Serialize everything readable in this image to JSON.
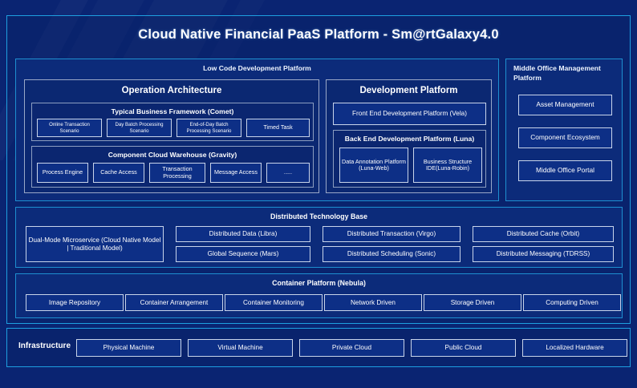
{
  "header": {
    "title": "Cloud Native Financial PaaS Platform - Sm@rtGalaxy4.0"
  },
  "low_code": {
    "heading": "Low Code Development Platform",
    "operation_architecture": {
      "heading": "Operation Architecture",
      "business_framework": {
        "heading": "Typical Business Framework (Comet)",
        "items": [
          "Online Transaction Scenario",
          "Day Batch Processing Scenario",
          "End-of-Day Batch Processing Scenario",
          "Timed Task"
        ]
      },
      "component_warehouse": {
        "heading": "Component Cloud Warehouse (Gravity)",
        "items": [
          "Process Engine",
          "Cache Access",
          "Transaction Processing",
          "Message Access",
          "......"
        ]
      }
    },
    "development_platform": {
      "heading": "Development Platform",
      "front_end": "Front End Development Platform (Vela)",
      "back_end": {
        "heading": "Back End Development Platform (Luna)",
        "items": [
          "Data Annotation Platform (Luna-Web)",
          "Business Structure IDE(Luna-Robin)"
        ]
      }
    }
  },
  "middle_office": {
    "heading": "Middle Office Management Platform",
    "items": [
      "Asset Management",
      "Component Ecosystem",
      "Middle Office Portal"
    ]
  },
  "distributed_base": {
    "heading": "Distributed Technology Base",
    "feature": "Dual-Mode Microservice (Cloud Native Model | Traditional Model)",
    "items": [
      "Distributed Data (Libra)",
      "Distributed Transaction (Virgo)",
      "Distributed Cache (Orbit)",
      "Global Sequence (Mars)",
      "Distributed Scheduling (Sonic)",
      "Distributed Messaging (TDRSS)"
    ]
  },
  "container_platform": {
    "heading": "Container Platform (Nebula)",
    "items": [
      "Image Repository",
      "Container Arrangement",
      "Container Monitoring",
      "Network Driven",
      "Storage Driven",
      "Computing Driven"
    ]
  },
  "infrastructure": {
    "label": "Infrastructure",
    "items": [
      "Physical Machine",
      "Virtual Machine",
      "Private Cloud",
      "Public Cloud",
      "Localized Hardware"
    ]
  },
  "colors": {
    "background": "#0a2472",
    "accent_border": "#1e9fe0",
    "panel_fill": "#0c2b7a",
    "chip_border": "#c8d4ea",
    "text": "#ffffff"
  }
}
